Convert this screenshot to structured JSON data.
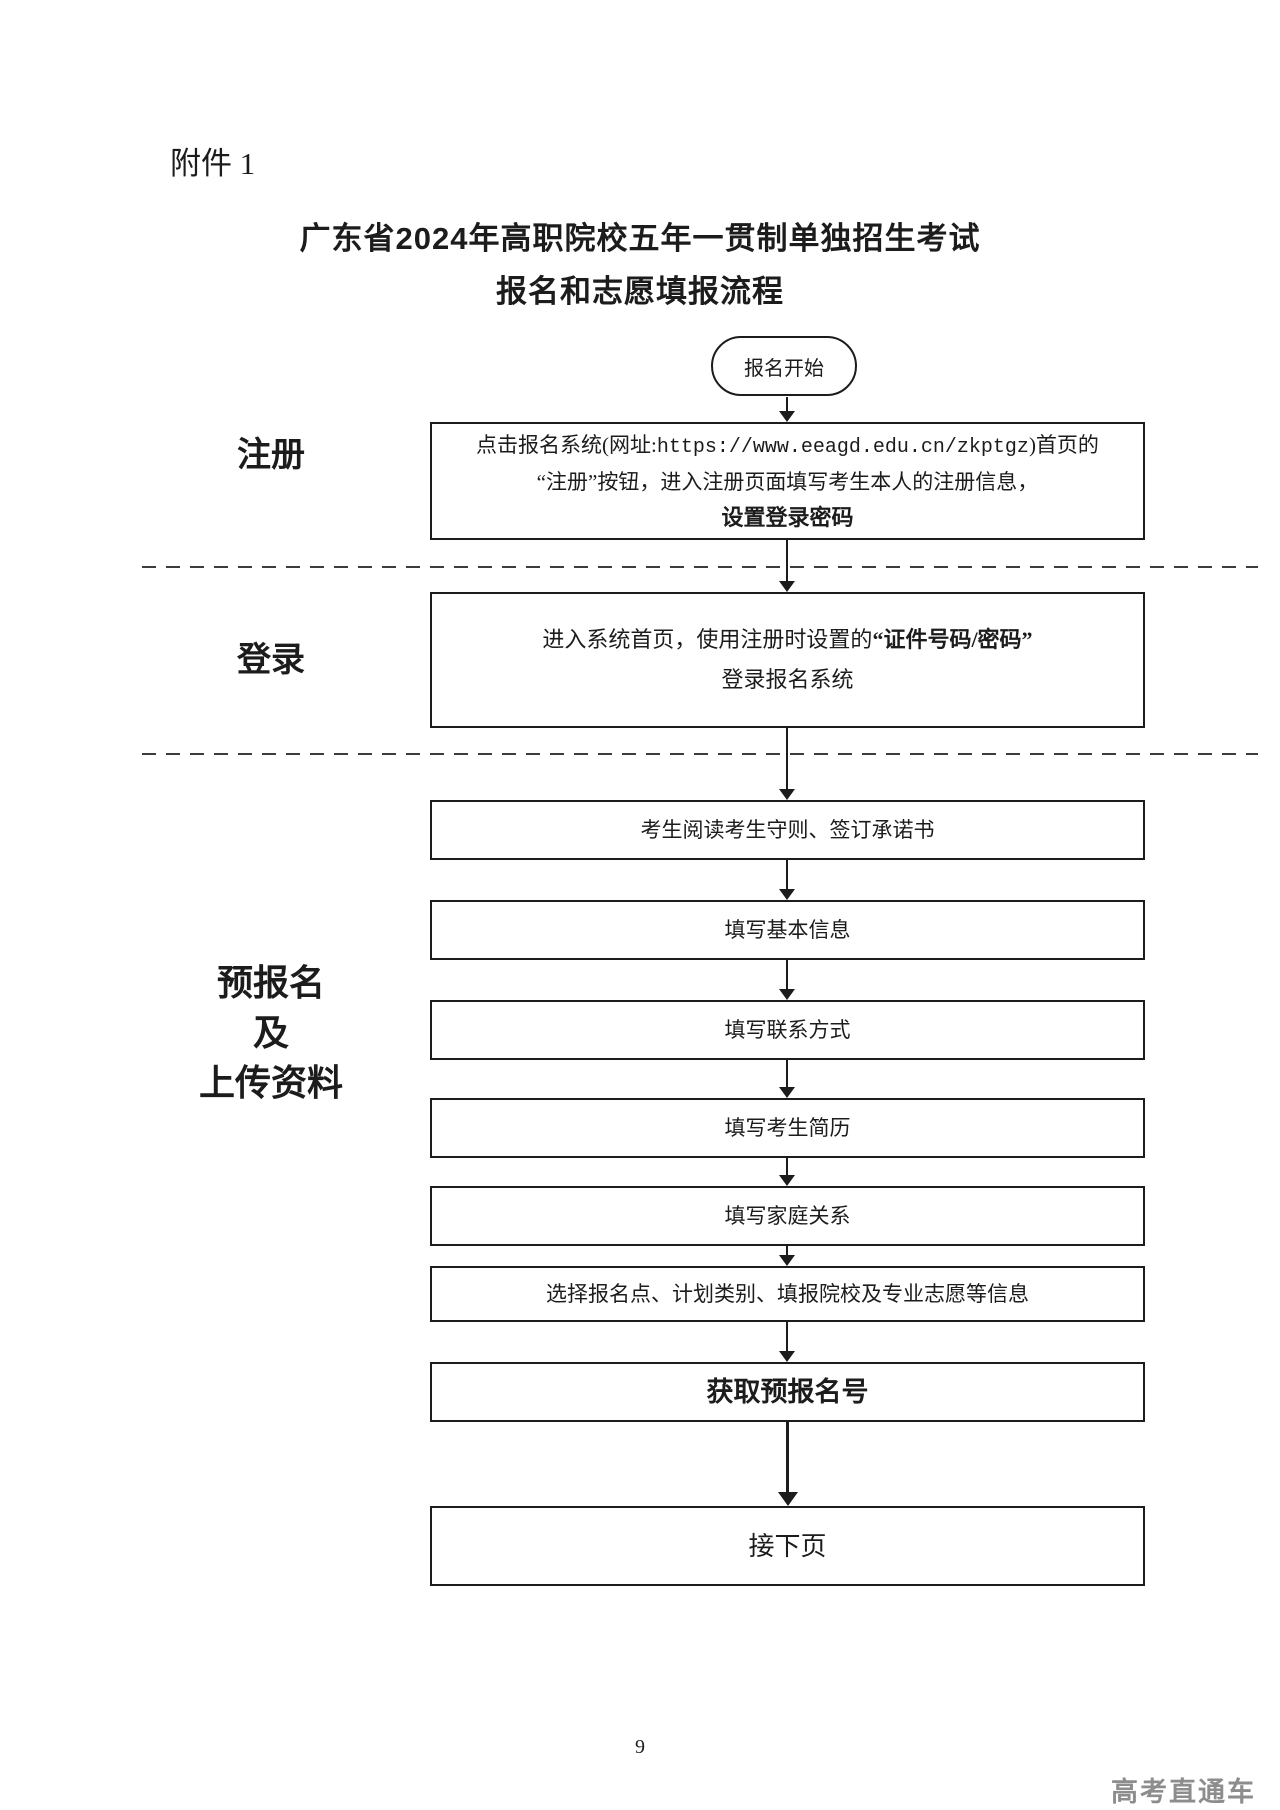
{
  "page": {
    "attachment_label": "附件 1",
    "title_line1": "广东省2024年高职院校五年一贯制单独招生考试",
    "title_line2": "报名和志愿填报流程",
    "page_number": "9",
    "watermark": "高考直通车"
  },
  "flowchart": {
    "start": "报名开始",
    "register": {
      "section_label": "注册",
      "line1_pre": "点击报名系统(网址:",
      "line1_url": "https://www.eeagd.edu.cn/zkptgz",
      "line1_post": ")首页的",
      "line2": "“注册”按钮，进入注册页面填写考生本人的注册信息，",
      "line3_bold": "设置登录密码"
    },
    "login": {
      "section_label": "登录",
      "line1_pre": "进入系统首页，使用注册时设置的",
      "line1_bold": "“证件号码/密码”",
      "line2": "登录报名系统"
    },
    "preregister": {
      "section_label_lines": [
        "预报名",
        "及",
        "上传资料"
      ],
      "steps": [
        "考生阅读考生守则、签订承诺书",
        "填写基本信息",
        "填写联系方式",
        "填写考生简历",
        "填写家庭关系",
        "选择报名点、计划类别、填报院校及专业志愿等信息"
      ],
      "result_bold": "获取预报名号",
      "next_page": "接下页"
    }
  },
  "colors": {
    "ink": "#1c1c1c",
    "watermark_gray": "#8d8d8d",
    "background": "#ffffff"
  }
}
